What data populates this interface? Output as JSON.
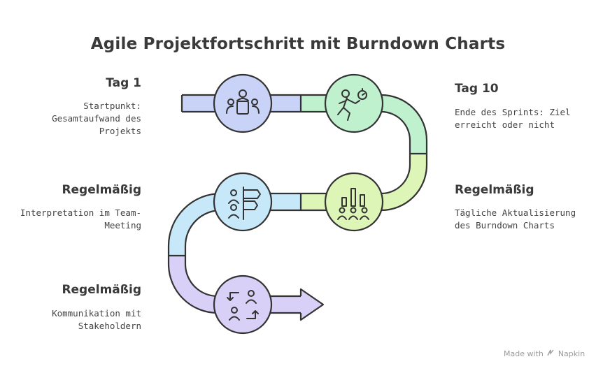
{
  "title": "Agile Projektfortschritt mit Burndown Charts",
  "stages": [
    {
      "title": "Tag 1",
      "description": "Startpunkt: Gesamtaufwand des Projekts",
      "desc_lines": [
        "Startpunkt:",
        "Gesamtaufwand des",
        "Projekts"
      ],
      "icon": "meeting-table-icon",
      "color": "#c9d2f7"
    },
    {
      "title": "Tag 10",
      "description": "Ende des Sprints: Ziel erreicht oder nicht",
      "desc_lines": [
        "Ende des Sprints: Ziel",
        "erreicht oder nicht"
      ],
      "icon": "running-person-stopwatch-icon",
      "color": "#bff1cf"
    },
    {
      "title": "Regelmäßig",
      "description": "Tägliche Aktualisierung des Burndown Charts",
      "desc_lines": [
        "Tägliche Aktualisierung",
        "des Burndown Charts"
      ],
      "icon": "team-bar-chart-icon",
      "color": "#ddf6b8"
    },
    {
      "title": "Regelmäßig",
      "description": "Interpretation im Team-Meeting",
      "desc_lines": [
        "Interpretation im Team-",
        "Meeting"
      ],
      "icon": "team-presentation-icon",
      "color": "#c6e8f8"
    },
    {
      "title": "Regelmäßig",
      "description": "Kommunikation mit Stakeholdern",
      "desc_lines": [
        "Kommunikation mit",
        "Stakeholdern"
      ],
      "icon": "people-exchange-icon",
      "color": "#d8d0f6"
    }
  ],
  "watermark": {
    "prefix": "Made with",
    "brand": "Napkin"
  }
}
